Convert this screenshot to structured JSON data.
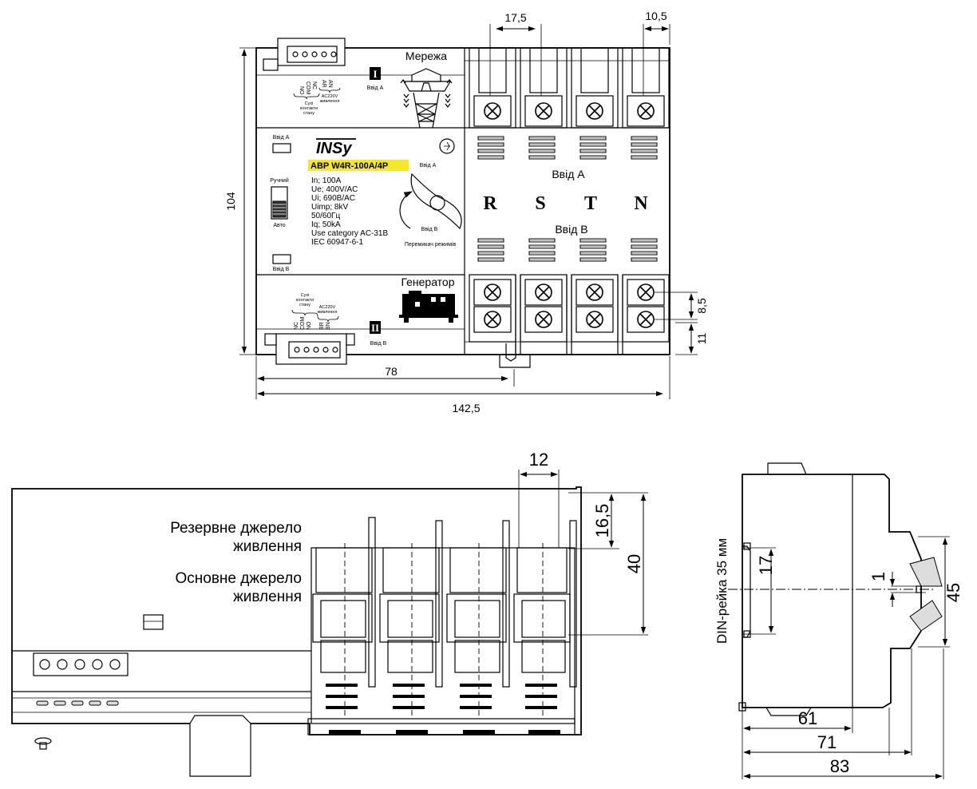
{
  "top_view": {
    "dims": {
      "w_terminal_pitch": "17,5",
      "w_edge": "10,5",
      "height": "104",
      "len_78": "78",
      "len_total": "142,5",
      "pitch_85": "8,5",
      "bottom_11": "11"
    },
    "zone_a": {
      "label": "Мережа",
      "roman": "I",
      "sub": "Ввід А"
    },
    "zone_b": {
      "label": "Генератор",
      "roman": "II",
      "sub": "Ввід В"
    },
    "top_connector": {
      "pins": [
        "NO",
        "COM",
        "NC",
        "AR",
        "AN"
      ],
      "note_contacts": [
        "Сухі",
        "контакти",
        "стану"
      ],
      "note_power": [
        "AC220V",
        "живлення"
      ]
    },
    "bottom_connector": {
      "pins": [
        "NC",
        "COM",
        "NO",
        "BR",
        "BN"
      ],
      "note_contacts": [
        "Сухі",
        "контакти",
        "стану"
      ],
      "note_power": [
        "AC220V",
        "живлення"
      ]
    },
    "panel": {
      "led_a": "Ввід А",
      "led_b": "Ввід В",
      "manual": "Ручний",
      "auto": "Авто",
      "brand": "INSy",
      "model": "АВР W4R-100A/4P",
      "specs": [
        "In; 100A",
        "Ue; 400V/AC",
        "Ui; 690В/AC",
        "Uimp; 8kV",
        "50/60Гц",
        "Iq;  50kA",
        "Use category  AC-31B",
        "IEC 60947-6-1"
      ],
      "switch_a": "Ввід А",
      "switch_b": "Ввід В",
      "switch_caption": "Перемикач режимів"
    },
    "phase_label_a": "Ввід А",
    "phase_label_b": "Ввід В",
    "phases": [
      "R",
      "S",
      "T",
      "N"
    ]
  },
  "front_view": {
    "dim_pitch": "12",
    "dim_165": "16,5",
    "dim_40": "40",
    "label_reserve": [
      "Резервне джерело",
      "живлення"
    ],
    "label_main": [
      "Основне джерело",
      "живлення"
    ]
  },
  "side_view": {
    "rail": "DIN-рейка 35 мм",
    "dim_17": "17",
    "dim_1": "1",
    "dim_45": "45",
    "dim_61": "61",
    "dim_71": "71",
    "dim_83": "83"
  }
}
